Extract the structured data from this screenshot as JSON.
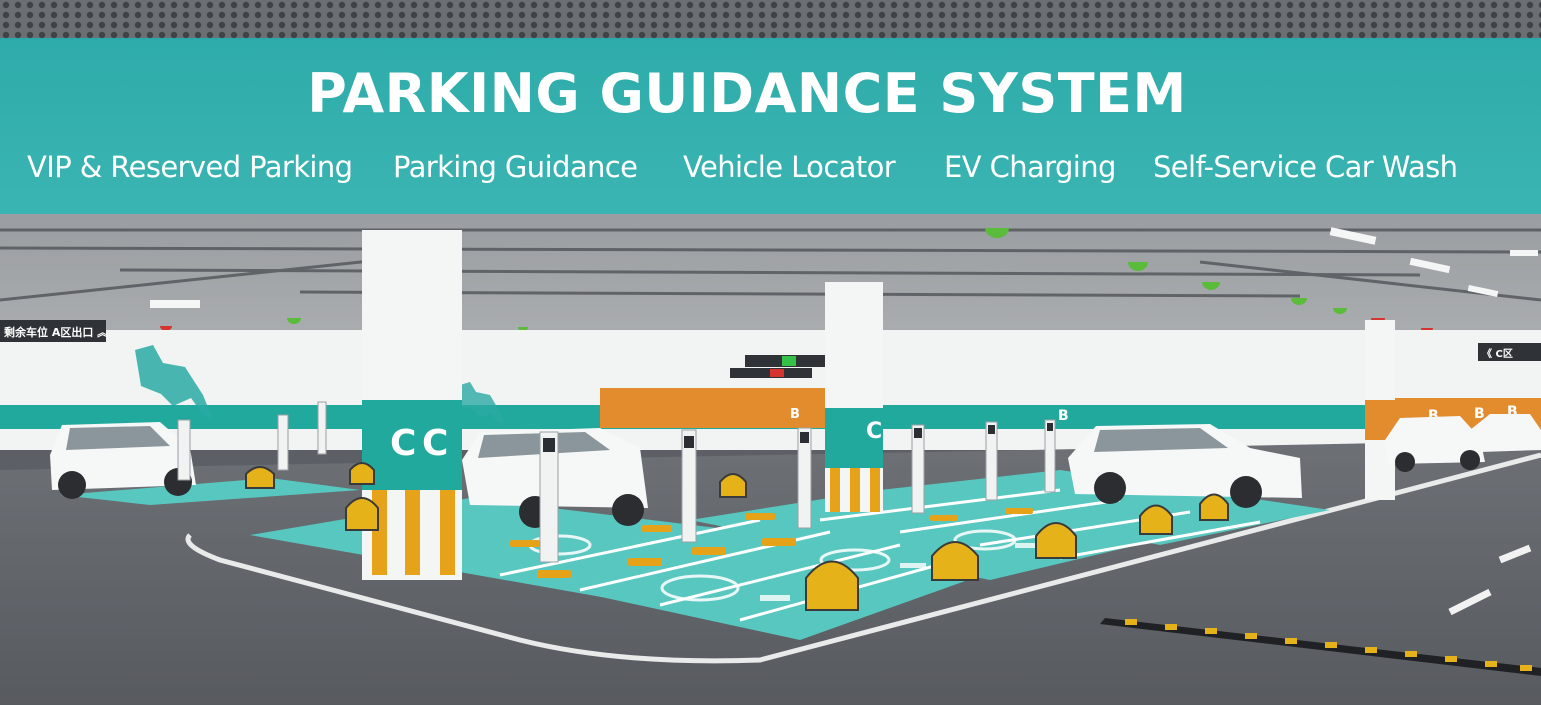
{
  "banner": {
    "title": "PARKING GUIDANCE SYSTEM",
    "features": [
      "VIP & Reserved Parking",
      "Parking Guidance",
      "Vehicle Locator",
      "EV Charging",
      "Self-Service Car Wash"
    ]
  },
  "signs": {
    "exit_sign": "剩余车位 A区出口 ︽",
    "right_sign": "《 C区 ",
    "pillar_c": "C",
    "wall_b": "B"
  },
  "colors": {
    "banner": "#22b2b0",
    "teal": "#21a99e",
    "floor": "#5c6066",
    "bay": "#58c7c0",
    "orange": "#e38c2e",
    "lock_yellow": "#e6b21a"
  },
  "icons": [
    "parking-icon",
    "ev-plug-icon",
    "horse-mural-icon"
  ]
}
